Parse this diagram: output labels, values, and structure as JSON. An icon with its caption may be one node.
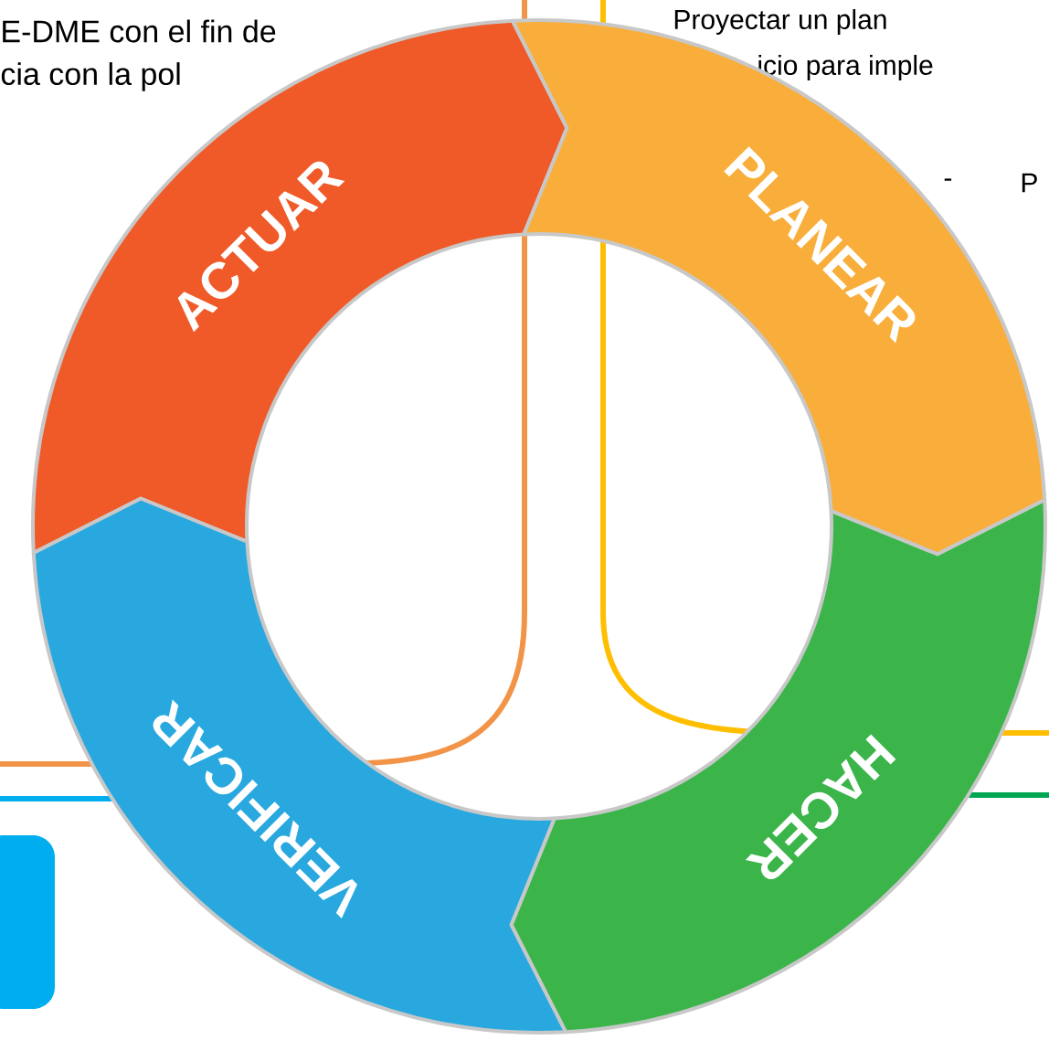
{
  "diagram": {
    "nodes": [
      {
        "text": [
          "ACTUAR"
        ]
      },
      {
        "text": [
          "PLANEAR"
        ]
      },
      {
        "text": [
          "HACER"
        ]
      },
      {
        "text": [
          "VERIFICAR"
        ]
      },
      {
        "text": [],
        "shape": "box"
      }
    ],
    "labels": [
      "E-DME con el fin de",
      "cia con la pol",
      "Proyectar un plan",
      "icio para imple",
      "-",
      "P"
    ]
  }
}
